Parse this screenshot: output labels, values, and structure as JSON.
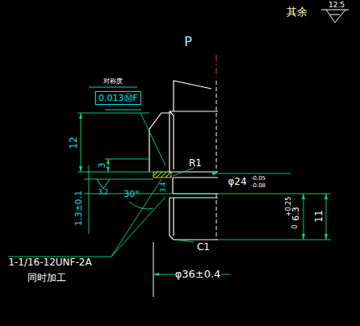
{
  "diagram": {
    "nodes": [
      {
        "text": [
          "0.013ⓂF"
        ]
      }
    ],
    "labels": [
      "其余",
      "12.5",
      "P",
      "对称度",
      "12",
      "3",
      "3.2",
      "30°",
      "1.3±0.1",
      "R1",
      "3.4",
      "φ24",
      "-0.05",
      "-0.08",
      "+0.25",
      "0",
      "6.3",
      "11",
      "C1",
      "φ36±0.4",
      "1-1/16-12UNF-2A",
      "同时加工"
    ]
  }
}
